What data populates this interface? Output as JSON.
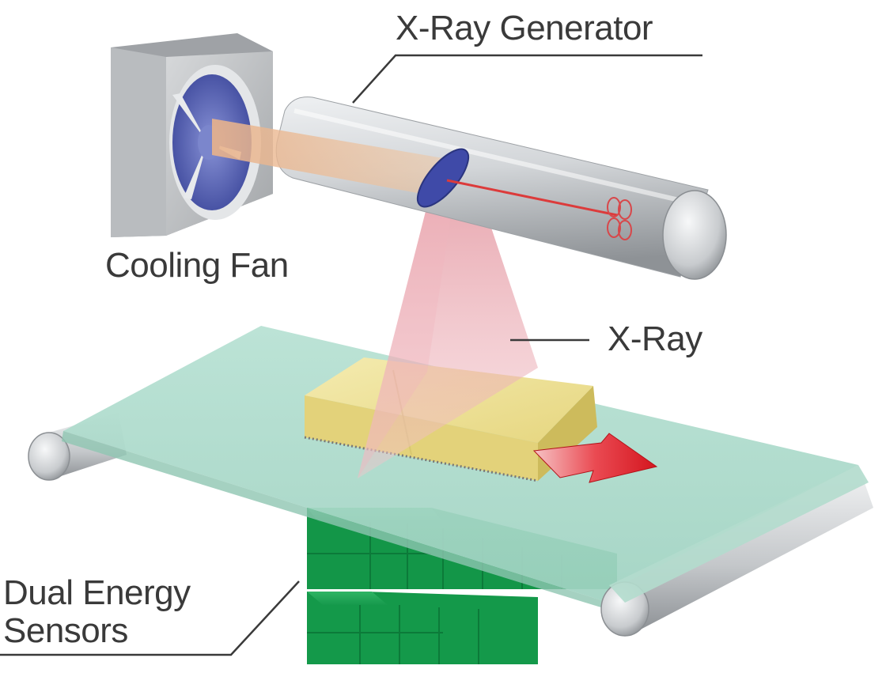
{
  "labels": {
    "xray_generator": "X-Ray Generator",
    "cooling_fan": "Cooling Fan",
    "xray": "X-Ray",
    "sensors_line1": "Dual Energy",
    "sensors_line2": "Sensors"
  },
  "colors": {
    "text": "#3a3a3a",
    "leader": "#3a3a3a",
    "fan_housing": "#a9abad",
    "fan_blade": "#5a66b8",
    "tube": "#cfd2d5",
    "beam": "#e9aab2",
    "belt": "#a9d8c8",
    "package": "#e9dc8a",
    "arrow": "#e3262f",
    "sensor": "#139a4a"
  },
  "icons": {
    "direction_arrow": "red-arrow-right"
  }
}
